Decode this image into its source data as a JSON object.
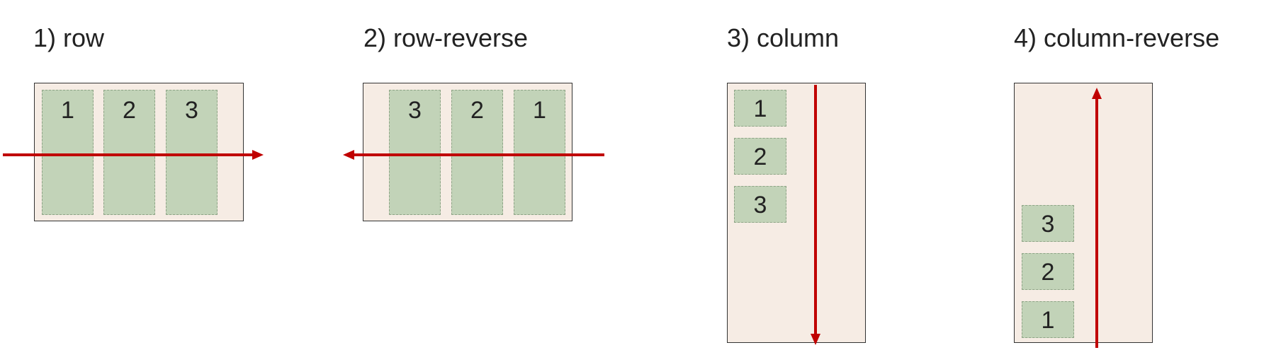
{
  "panels": [
    {
      "title": "1) row",
      "items": [
        "1",
        "2",
        "3"
      ]
    },
    {
      "title": "2) row-reverse",
      "items": [
        "3",
        "2",
        "1"
      ]
    },
    {
      "title": "3) column",
      "items": [
        "1",
        "2",
        "3"
      ]
    },
    {
      "title": "4) column-reverse",
      "items": [
        "3",
        "2",
        "1"
      ]
    }
  ],
  "colors": {
    "container_fill": "#f6ece4",
    "item_fill": "#c2d3b8",
    "arrow": "#c00000"
  }
}
